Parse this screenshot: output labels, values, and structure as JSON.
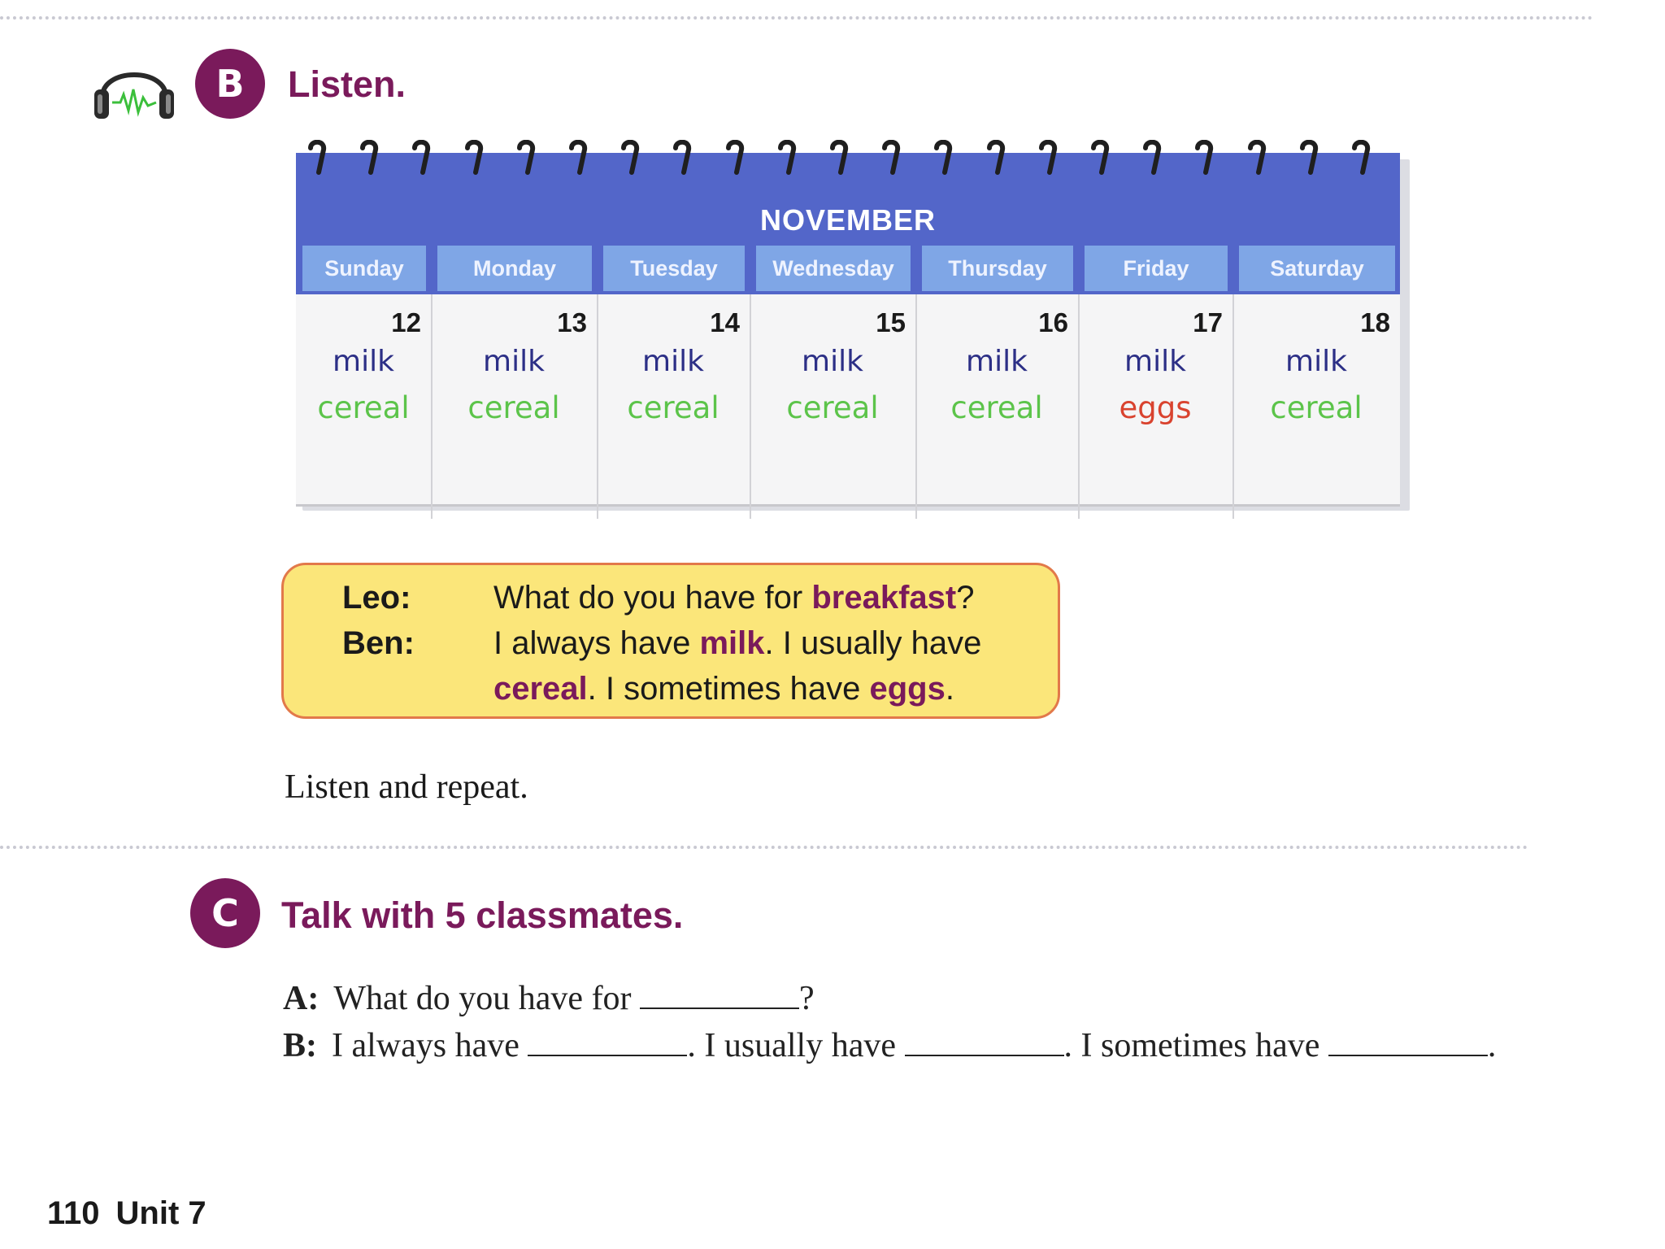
{
  "section_b": {
    "badge": "B",
    "title": "Listen."
  },
  "calendar": {
    "month": "NOVEMBER",
    "days": [
      {
        "name": "Sunday",
        "date": "12",
        "food1": "milk",
        "food2": "cereal",
        "food2_color": "#5cc44a"
      },
      {
        "name": "Monday",
        "date": "13",
        "food1": "milk",
        "food2": "cereal",
        "food2_color": "#5cc44a"
      },
      {
        "name": "Tuesday",
        "date": "14",
        "food1": "milk",
        "food2": "cereal",
        "food2_color": "#5cc44a"
      },
      {
        "name": "Wednesday",
        "date": "15",
        "food1": "milk",
        "food2": "cereal",
        "food2_color": "#5cc44a"
      },
      {
        "name": "Thursday",
        "date": "16",
        "food1": "milk",
        "food2": "cereal",
        "food2_color": "#5cc44a"
      },
      {
        "name": "Friday",
        "date": "17",
        "food1": "milk",
        "food2": "eggs",
        "food2_color": "#d9432f"
      },
      {
        "name": "Saturday",
        "date": "18",
        "food1": "milk",
        "food2": "cereal",
        "food2_color": "#5cc44a"
      }
    ]
  },
  "dialog": {
    "speaker1": "Leo:",
    "speaker2": "Ben:",
    "line1_a": "What do you have for ",
    "line1_hl": "breakfast",
    "line1_b": "?",
    "line2_a": "I always have ",
    "line2_hl": "milk",
    "line2_b": ". I usually have",
    "line3_hl1": "cereal",
    "line3_a": ". I sometimes have ",
    "line3_hl2": "eggs",
    "line3_b": "."
  },
  "instruction": "Listen and repeat.",
  "section_c": {
    "badge": "C",
    "title": "Talk with 5 classmates."
  },
  "practice": {
    "a_label": "A:",
    "a_text": "What do you have for ",
    "a_end": "?",
    "b_label": "B:",
    "b_text1": "I always have ",
    "b_text2": ". I usually have ",
    "b_text3": ". I sometimes have ",
    "b_end": "."
  },
  "footer": {
    "page": "110",
    "unit": "Unit 7"
  },
  "colors": {
    "accent": "#7a1a5b",
    "calendar_header": "#5366c9",
    "day_tab": "#7fa6e6",
    "dialog_bg": "#fbe67a",
    "dialog_border": "#e2794a",
    "milk_text": "#2c2f86"
  },
  "icons": {
    "audio": "headphones-icon",
    "binding": "spiral-ring-icon"
  }
}
